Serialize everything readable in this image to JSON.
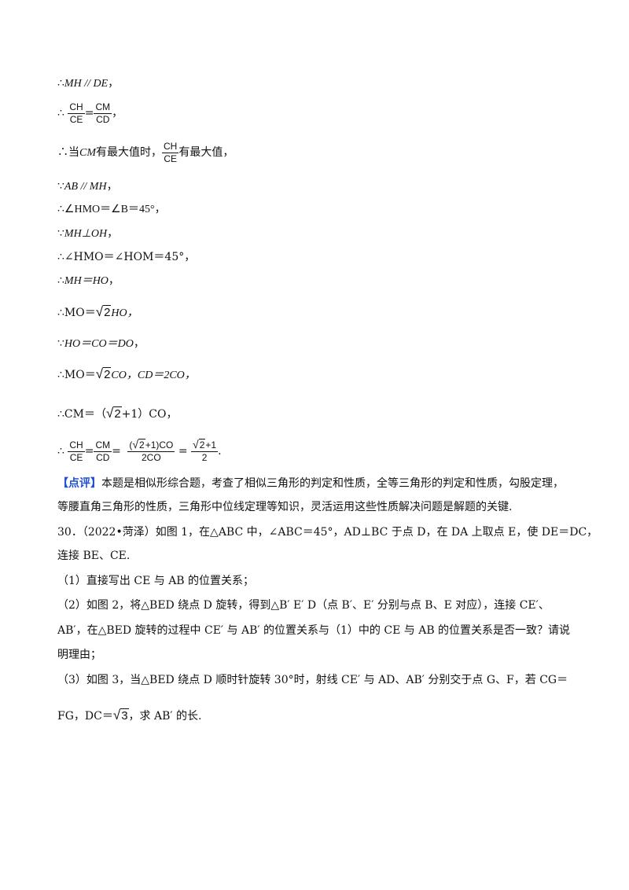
{
  "solution": {
    "l1_prefix": "∴",
    "l1": "MH // DE",
    "l1_suffix": "，",
    "l2_prefix": "∴",
    "l2_frac1_num": "CH",
    "l2_frac1_den": "CE",
    "l2_eq": "=",
    "l2_frac2_num": "CM",
    "l2_frac2_den": "CD",
    "l2_suffix": "，",
    "l3_a": "∴当",
    "l3_b": "CM",
    "l3_c": "有最大值时，",
    "l3_frac_num": "CH",
    "l3_frac_den": "CE",
    "l3_d": "有最大值，",
    "l4_prefix": "∵",
    "l4": "AB // MH",
    "l4_suffix": "，",
    "l5": "∴∠HMO＝∠B＝45°，",
    "l6_prefix": "∵",
    "l6": "MH⊥OH",
    "l6_suffix": "，",
    "l7": "∴∠HMO＝∠HOM＝45°，",
    "l8_prefix": "∴",
    "l8": "MH＝HO",
    "l8_suffix": "，",
    "l9_a": "∴MO＝",
    "l9_rad": "2",
    "l9_b": "HO，",
    "l10_prefix": "∵",
    "l10": "HO＝CO＝DO",
    "l10_suffix": "，",
    "l11_a": "∴MO＝",
    "l11_rad": "2",
    "l11_b": "CO，",
    "l11_c": "CD＝2CO，",
    "l12_a": "∴CM＝（",
    "l12_rad": "2",
    "l12_b": "+1）CO，",
    "l13_prefix": "∴",
    "l13_f1_num": "CH",
    "l13_f1_den": "CE",
    "l13_eq1": "=",
    "l13_f2_num": "CM",
    "l13_f2_den": "CD",
    "l13_eq2": "=",
    "l13_f3_num_a": "(",
    "l13_f3_rad": "2",
    "l13_f3_num_b": "+1)CO",
    "l13_f3_den": "2CO",
    "l13_eq3": "=",
    "l13_f4_rad": "2",
    "l13_f4_num_b": "+1",
    "l13_f4_den": "2",
    "l13_suffix": "."
  },
  "review": {
    "tag": "【点评】",
    "text1": "本题是相似形综合题，考查了相似三角形的判定和性质，全等三角形的判定和性质，勾股定理，",
    "text2": "等腰直角三角形的性质，三角形中位线定理等知识，灵活运用这些性质解决问题是解题的关键."
  },
  "problem": {
    "p1": "30．（2022•菏泽）如图 1，在△ABC 中，∠ABC＝45°，AD⊥BC 于点 D，在 DA 上取点 E，使 DE＝DC，",
    "p2": "连接 BE、CE.",
    "q1": "（1）直接写出 CE 与 AB 的位置关系；",
    "q2a": "（2）如图 2，将△BED 绕点 D 旋转，得到△B′ E′ D（点 B′、E′ 分别与点 B、E 对应），连接 CE′、",
    "q2b": "AB′，在△BED 旋转的过程中 CE′ 与 AB′ 的位置关系与（1）中的 CE 与 AB 的位置关系是否一致？请说",
    "q2c": "明理由；",
    "q3a": "（3）如图 3，当△BED 绕点 D 顺时针旋转 30°时，射线 CE′ 与 AD、AB′ 分别交于点 G、F，若 CG＝",
    "q3b_a": "FG，DC＝",
    "q3b_rad": "3",
    "q3b_b": "，求 AB′ 的长."
  }
}
